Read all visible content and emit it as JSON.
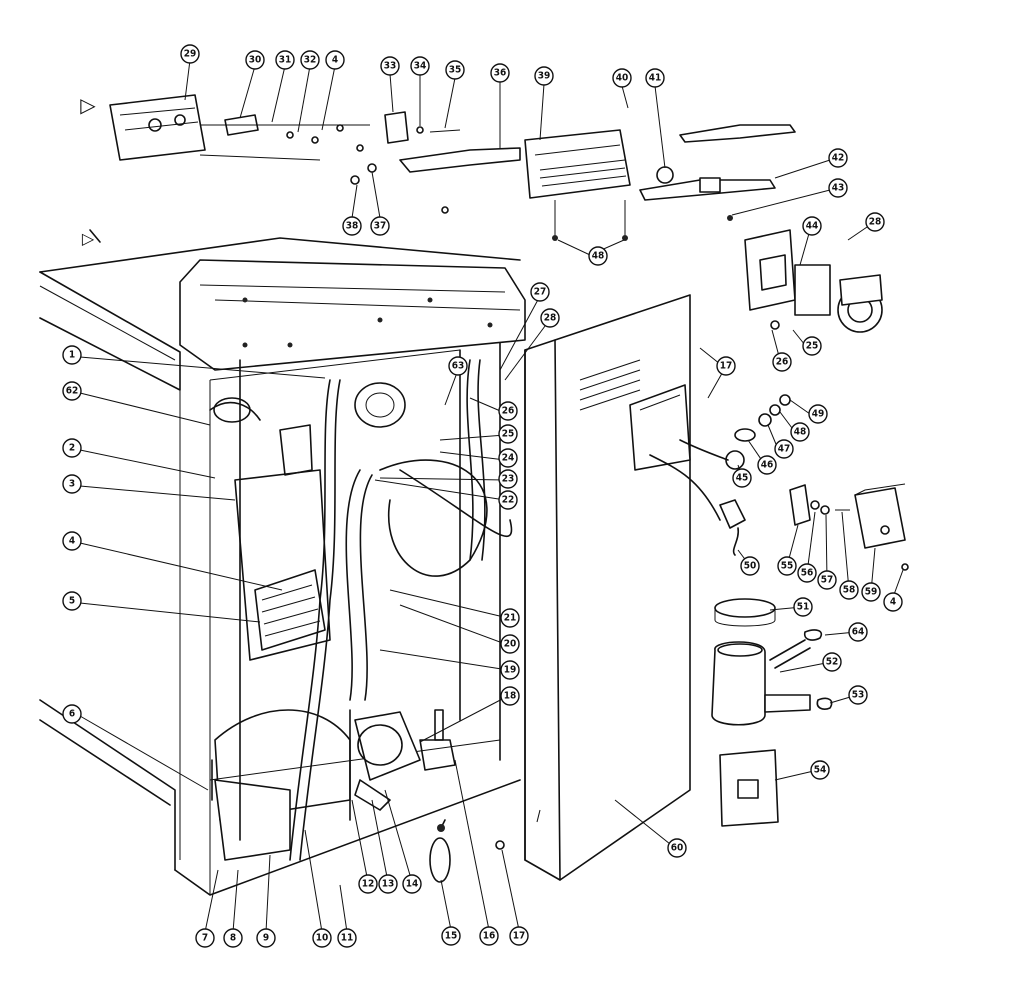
{
  "diagram": {
    "callouts": [
      "29",
      "30",
      "31",
      "32",
      "4",
      "33",
      "34",
      "35",
      "36",
      "39",
      "40",
      "41",
      "42",
      "43",
      "44",
      "28",
      "26",
      "25",
      "37",
      "38",
      "48",
      "1",
      "62",
      "2",
      "3",
      "4",
      "5",
      "6",
      "7",
      "8",
      "9",
      "10",
      "11",
      "12",
      "13",
      "14",
      "15",
      "16",
      "17",
      "27",
      "28",
      "63",
      "26",
      "25",
      "24",
      "23",
      "22",
      "21",
      "20",
      "19",
      "18",
      "17",
      "49",
      "48",
      "47",
      "46",
      "45",
      "50",
      "55",
      "56",
      "57",
      "58",
      "59",
      "4",
      "51",
      "64",
      "52",
      "53",
      "54",
      "60"
    ],
    "glyphs": {
      "arrow_top": "▷"
    }
  }
}
